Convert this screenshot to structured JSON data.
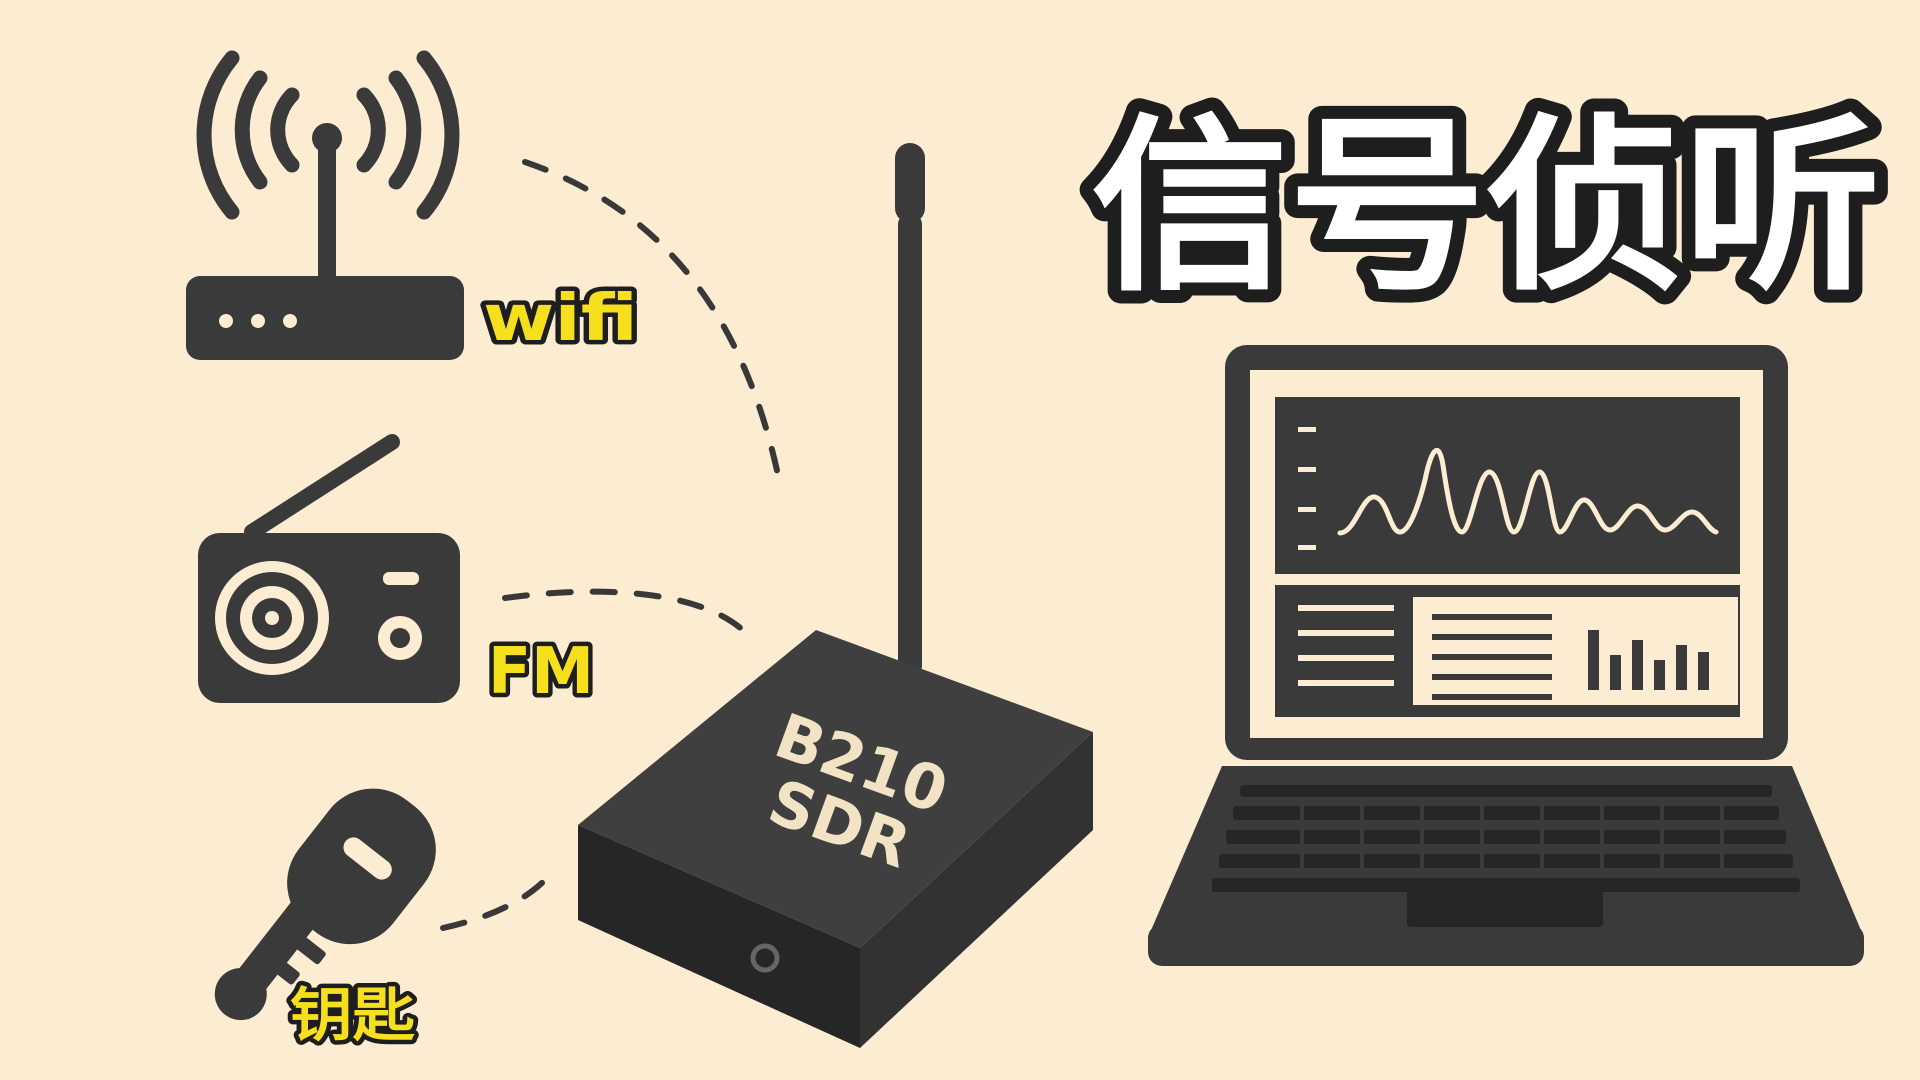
{
  "title": "信号侦听",
  "labels": {
    "wifi": "wifi",
    "fm": "FM",
    "key": "钥匙"
  },
  "device": {
    "line1": "B210",
    "line2": "SDR"
  },
  "colors": {
    "background": "#fbecd2",
    "icon_dark": "#3a3a3a",
    "label_yellow": "#f6df1c",
    "title_fill": "#ffffff",
    "outline": "#1e1e1e"
  }
}
